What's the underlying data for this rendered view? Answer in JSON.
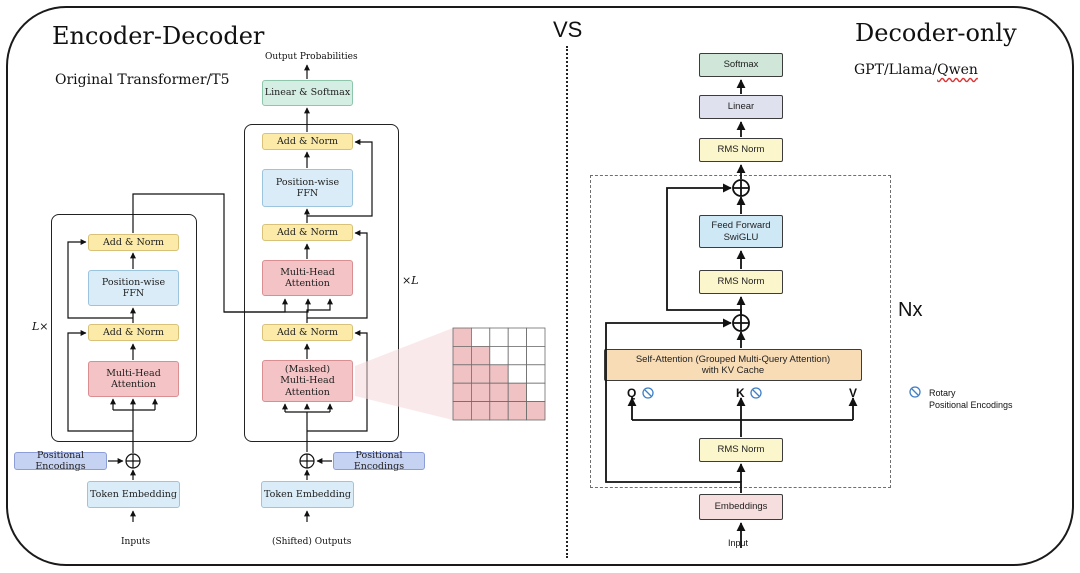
{
  "vs_label": "VS",
  "left": {
    "title": "Encoder-Decoder",
    "subtitle": "Original Transformer/T5",
    "output_label": "Output Probabilities",
    "linear_softmax": "Linear & Softmax",
    "encoder": {
      "repeat_label": "L×",
      "add_norm_top": "Add & Norm",
      "ffn": "Position-wise\nFFN",
      "add_norm_bottom": "Add & Norm",
      "attention": "Multi-Head\nAttention",
      "positional_encodings": "Positional Encodings",
      "token_embedding": "Token Embedding",
      "inputs": "Inputs"
    },
    "decoder": {
      "repeat_label": "×L",
      "add_norm_1": "Add & Norm",
      "ffn": "Position-wise\nFFN",
      "add_norm_2": "Add & Norm",
      "cross_attention": "Multi-Head\nAttention",
      "add_norm_3": "Add & Norm",
      "masked_attention": "(Masked)\nMulti-Head\nAttention",
      "positional_encodings": "Positional Encodings",
      "token_embedding": "Token Embedding",
      "outputs": "(Shifted) Outputs"
    }
  },
  "right": {
    "title": "Decoder-only",
    "subtitle_parts": [
      "GPT/Llama/",
      "Qwen"
    ],
    "softmax": "Softmax",
    "linear": "Linear",
    "rms_norm_final": "RMS Norm",
    "feed_forward": "Feed Forward\nSwiGLU",
    "rms_norm_ffn": "RMS Norm",
    "repeat_label": "Nx",
    "self_attention": "Self-Attention (Grouped Multi-Query Attention)\nwith KV Cache",
    "q_label": "Q",
    "k_label": "K",
    "v_label": "V",
    "rms_norm_attn": "RMS Norm",
    "embeddings": "Embeddings",
    "input": "Input",
    "legend_rotary": "Rotary\nPositional Encodings"
  },
  "colors": {
    "add_norm": "#fbeaa8",
    "ffn": "#d9ecf7",
    "attention": "#f3c3c5",
    "linear_softmax": "#d4eee3",
    "positional": "#c6d2f2",
    "mask_filled": "#f0c2c4",
    "rotary_icon": "#3f7fc6"
  },
  "icons": [
    "plus-circle-icon",
    "rotary-icon",
    "arrow-icon"
  ],
  "mask_matrix": [
    [
      1,
      0,
      0,
      0,
      0
    ],
    [
      1,
      1,
      0,
      0,
      0
    ],
    [
      1,
      1,
      1,
      0,
      0
    ],
    [
      1,
      1,
      1,
      1,
      0
    ],
    [
      1,
      1,
      1,
      1,
      1
    ]
  ]
}
